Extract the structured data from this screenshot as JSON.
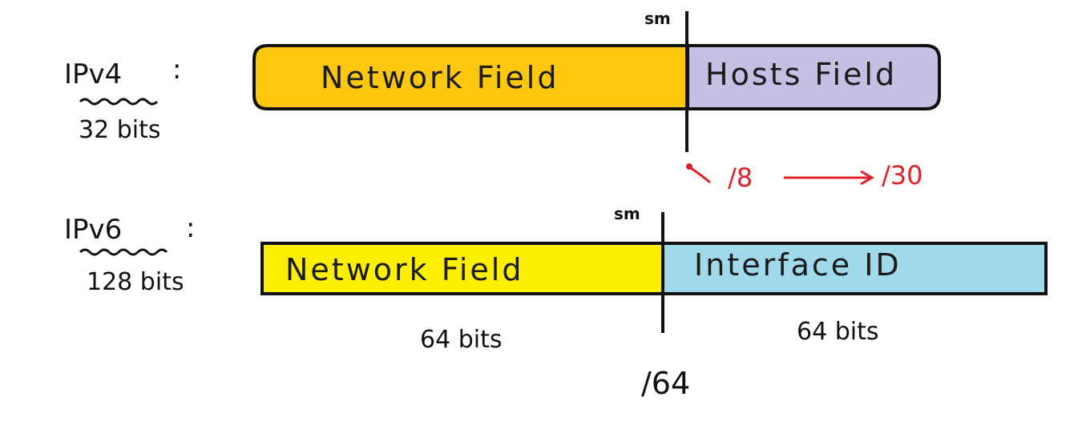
{
  "ipv4": {
    "label": "IPv4",
    "colon": ":",
    "bits": "32 bits",
    "sm_label": "sm",
    "network_field": "Network Field",
    "hosts_field": "Hosts Field",
    "prefix_range_start": "/8",
    "prefix_range_end": "/30",
    "network_color": "#fcc70d",
    "hosts_color": "#c6bfe3"
  },
  "ipv6": {
    "label": "IPv6",
    "colon": ":",
    "bits": "128 bits",
    "sm_label": "sm",
    "network_field": "Network Field",
    "interface_field": "Interface ID",
    "network_bits": "64 bits",
    "interface_bits": "64 bits",
    "prefix": "/64",
    "network_color": "#fcf000",
    "interface_color": "#9fd9ea"
  },
  "colors": {
    "ink": "#111111",
    "annotation_red": "#e0202a"
  }
}
